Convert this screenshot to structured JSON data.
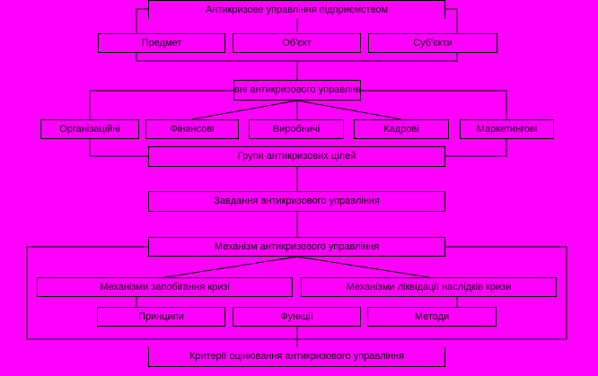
{
  "diagram": {
    "title": "Антикризове управління підприємством",
    "aspects": [
      "Предмет",
      "Об'єкт",
      "Суб'єкти"
    ],
    "levels_header": "Рівні антикризового управління",
    "levels": [
      "Організаційні",
      "Фінансові",
      "Виробничі",
      "Кадрові",
      "Маркетингові"
    ],
    "goals": "Групи антикризових цілей",
    "tasks": "Завдання антикризового управління",
    "mechanism": "Механізм антикризового управління",
    "sub_mechanisms": [
      "Механізми запобігання кризі",
      "Механізми ліквідації наслідків кризи"
    ],
    "elements": [
      "Принципи",
      "Функції",
      "Методи"
    ],
    "evaluation": "Критерії оцінювання антикризового управління"
  }
}
